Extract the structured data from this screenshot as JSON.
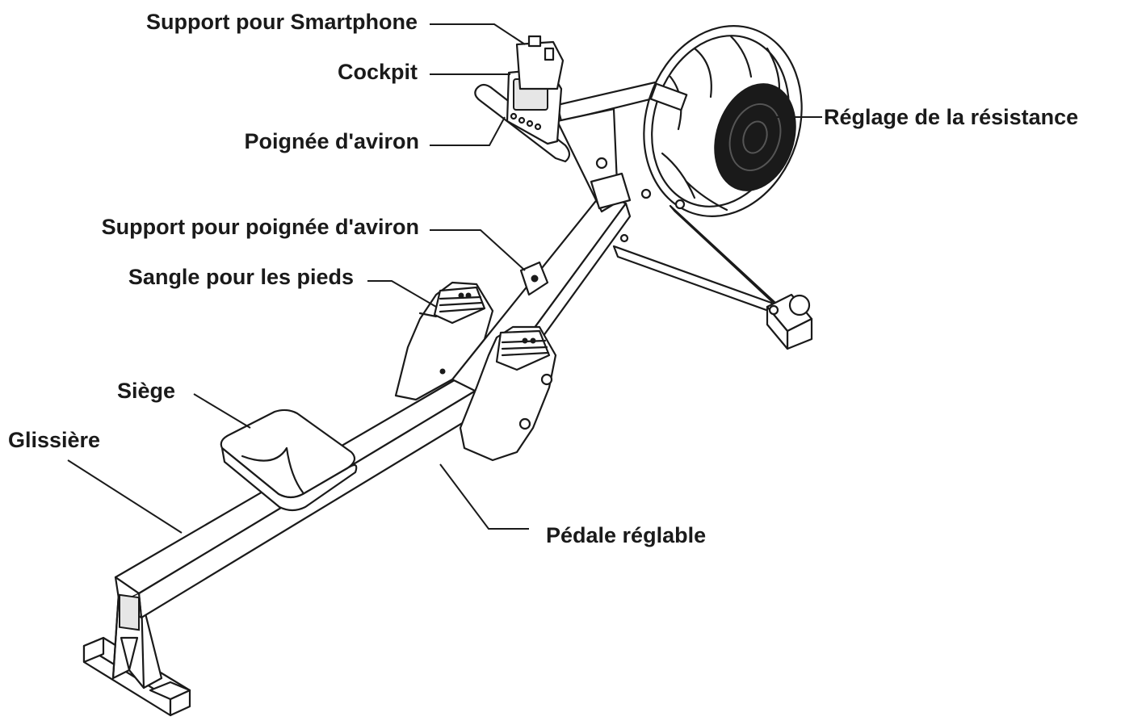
{
  "labels": {
    "smartphone_holder": "Support pour Smartphone",
    "cockpit": "Cockpit",
    "rowing_handle": "Poignée d'aviron",
    "handle_holder": "Support pour poignée d'aviron",
    "foot_strap": "Sangle pour les pieds",
    "seat": "Siège",
    "rail": "Glissière",
    "adjustable_pedal": "Pédale réglable",
    "resistance_adjustment": "Réglage de la résistance"
  }
}
